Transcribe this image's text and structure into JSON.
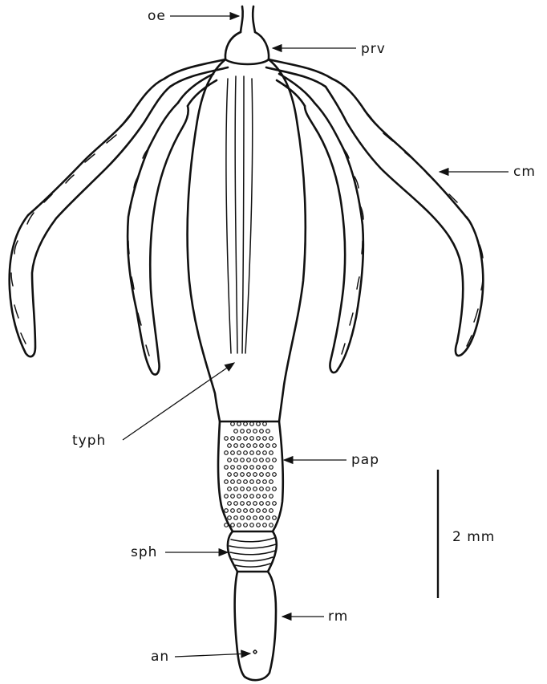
{
  "figure": {
    "labels": {
      "oe": "oe",
      "prv": "prv",
      "cm": "cm",
      "typh": "typh",
      "pap": "pap",
      "sph": "sph",
      "rm": "rm",
      "an": "an"
    },
    "scale_bar": {
      "label": "2 mm"
    }
  }
}
